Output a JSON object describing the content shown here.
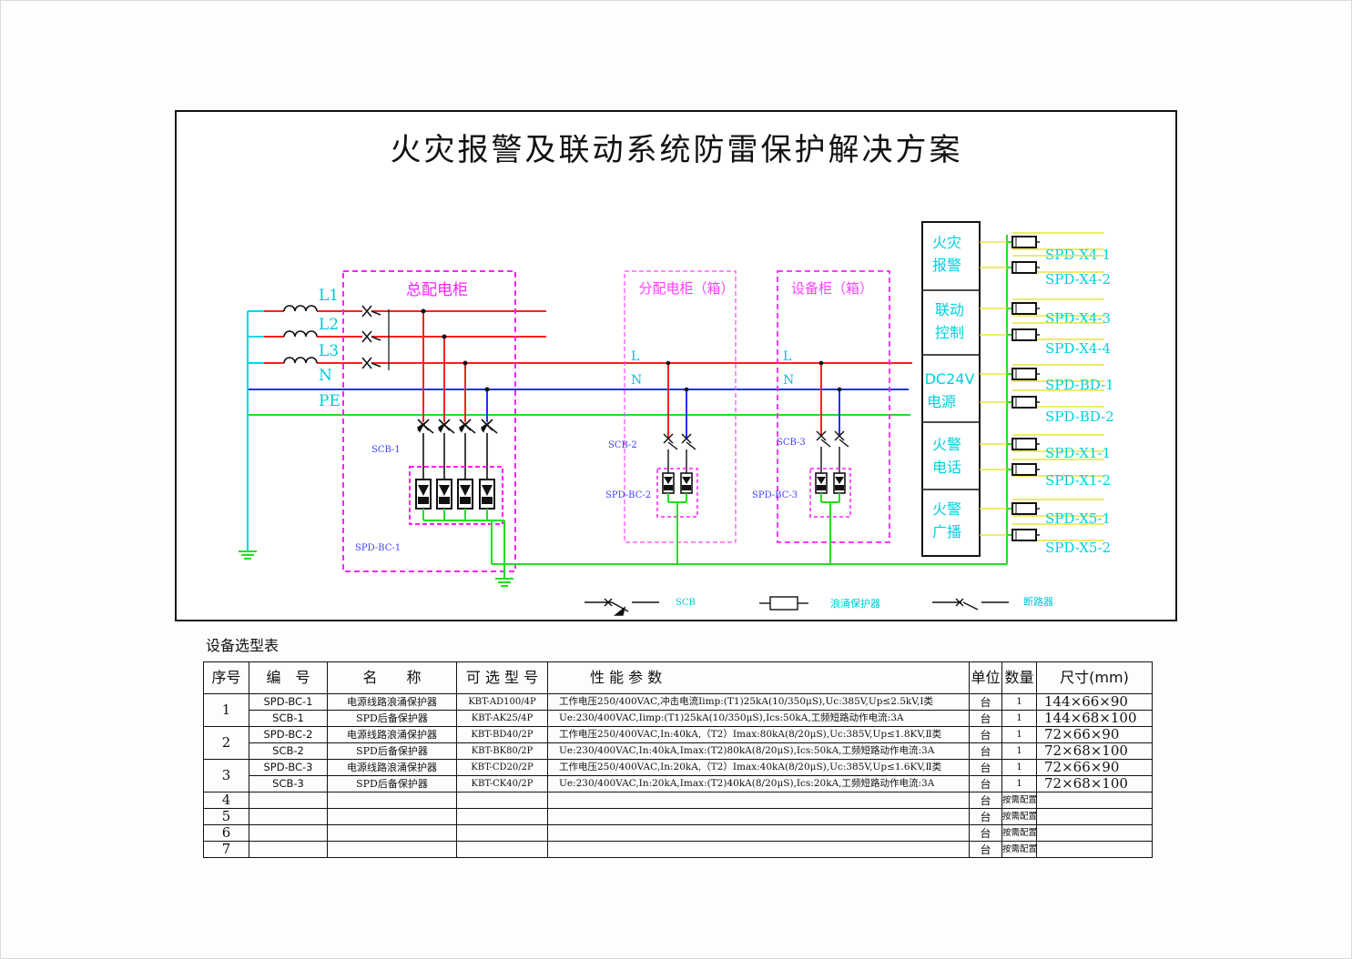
{
  "title": "火灾报警及联动系统防雷保护解决方案",
  "diagram": {
    "phases": [
      "L1",
      "L2",
      "L3",
      "N",
      "PE"
    ],
    "enclosures": [
      {
        "label": "总配电柜",
        "breaker": "SCB-1",
        "spd": "SPD-BC-1"
      },
      {
        "label": "分配电柜（箱）",
        "breaker": "SCB-2",
        "spd": "SPD-BC-2"
      },
      {
        "label": "设备柜（箱）",
        "breaker": "SCB-3",
        "spd": "SPD-BC-3"
      }
    ],
    "sub_line_labels": {
      "l": "L",
      "n": "N"
    },
    "panel": [
      "火灾报警",
      "联动控制",
      "DC24V电源",
      "火警电话",
      "火警广播"
    ],
    "signal_spds": [
      "SPD-X4-1",
      "SPD-X4-2",
      "SPD-X4-3",
      "SPD-X4-4",
      "SPD-BD-1",
      "SPD-BD-2",
      "SPD-X1-1",
      "SPD-X1-2",
      "SPD-X5-1",
      "SPD-X5-2"
    ],
    "legend": [
      "SCB",
      "浪涌保护器",
      "断路器"
    ],
    "colors": {
      "live": "#ff2020",
      "neutral": "#2030ff",
      "earth": "#20e020",
      "enclosure": "#ff20ff",
      "cyan": "#00e0ee",
      "signal": "#e6e63a"
    }
  },
  "table": {
    "caption": "设备选型表",
    "headers": [
      "序号",
      "编　号",
      "名　　称",
      "可 选 型 号",
      "性 能 参 数",
      "单位",
      "数量",
      "尺寸(mm)"
    ],
    "groups": [
      {
        "no": "1",
        "rows": [
          {
            "code": "SPD-BC-1",
            "name": "电源线路浪涌保护器",
            "model": "KBT-AD100/4P",
            "params": "工作电压250/400VAC,冲击电流Iimp:(T1)25kA(10/350μS),Uc:385V,Up≤2.5kV,I类",
            "unit": "台",
            "qty": "1",
            "size": "144×66×90"
          },
          {
            "code": "SCB-1",
            "name": "SPD后备保护器",
            "model": "KBT-AK25/4P",
            "params": "Ue:230/400VAC,Iimp:(T1)25kA(10/350μS),Ics:50kA,工频短路动作电流:3A",
            "unit": "台",
            "qty": "1",
            "size": "144×68×100"
          }
        ]
      },
      {
        "no": "2",
        "rows": [
          {
            "code": "SPD-BC-2",
            "name": "电源线路浪涌保护器",
            "model": "KBT-BD40/2P",
            "params": "工作电压250/400VAC,In:40kA,（T2）Imax:80kA(8/20μS),Uc:385V,Up≤1.8KV,Ⅱ类",
            "unit": "台",
            "qty": "1",
            "size": "72×66×90"
          },
          {
            "code": "SCB-2",
            "name": "SPD后备保护器",
            "model": "KBT-BK80/2P",
            "params": "Ue:230/400VAC,In:40kA,Imax:(T2)80kA(8/20μS),Ics:50kA,工频短路动作电流:3A",
            "unit": "台",
            "qty": "1",
            "size": "72×68×100"
          }
        ]
      },
      {
        "no": "3",
        "rows": [
          {
            "code": "SPD-BC-3",
            "name": "电源线路浪涌保护器",
            "model": "KBT-CD20/2P",
            "params": "工作电压250/400VAC,In:20kA,（T2）Imax:40kA(8/20μS),Uc:385V,Up≤1.6KV,Ⅱ类",
            "unit": "台",
            "qty": "1",
            "size": "72×66×90"
          },
          {
            "code": "SCB-3",
            "name": "SPD后备保护器",
            "model": "KBT-CK40/2P",
            "params": "Ue:230/400VAC,In:20kA,Imax:(T2)40kA(8/20μS),Ics:20kA,工频短路动作电流:3A",
            "unit": "台",
            "qty": "1",
            "size": "72×68×100"
          }
        ]
      }
    ],
    "empty_rows": [
      {
        "no": "4",
        "unit": "台",
        "qty": "按需配置"
      },
      {
        "no": "5",
        "unit": "台",
        "qty": "按需配置"
      },
      {
        "no": "6",
        "unit": "台",
        "qty": "按需配置"
      },
      {
        "no": "7",
        "unit": "台",
        "qty": "按需配置"
      }
    ]
  }
}
